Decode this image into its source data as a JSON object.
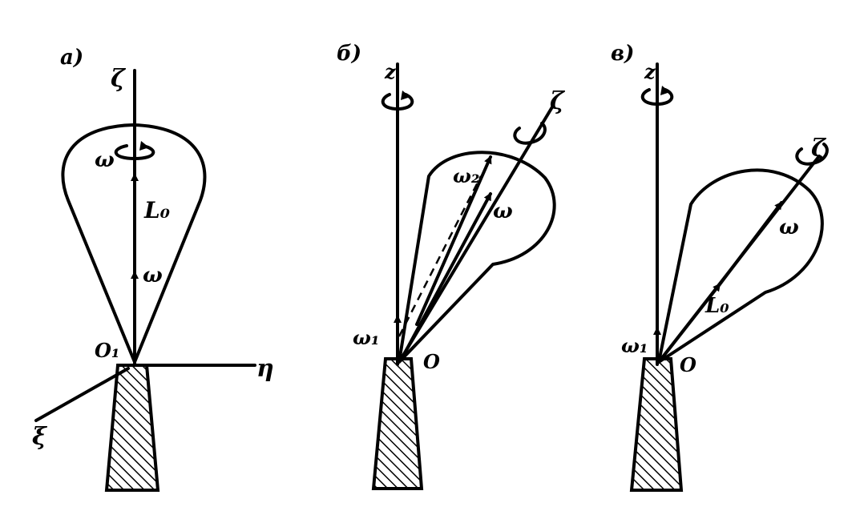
{
  "panels": [
    {
      "id": "a",
      "panel_label": "a)",
      "axis_zeta": "ζ",
      "axis_eta": "η",
      "axis_xi": "ξ",
      "omega_spin": "ω",
      "vector_L0": "L₀",
      "vector_omega": "ω",
      "point": "O₁"
    },
    {
      "id": "b",
      "panel_label": "б)",
      "axis_z": "z",
      "axis_zeta": "ζ",
      "omega_1": "ω₁",
      "omega_2": "ω₂",
      "omega": "ω",
      "point": "O"
    },
    {
      "id": "c",
      "panel_label": "в)",
      "axis_z": "z",
      "axis_zeta": "ζ",
      "omega_1": "ω₁",
      "omega": "ω",
      "vector_L0": "L₀",
      "point": "O"
    }
  ]
}
